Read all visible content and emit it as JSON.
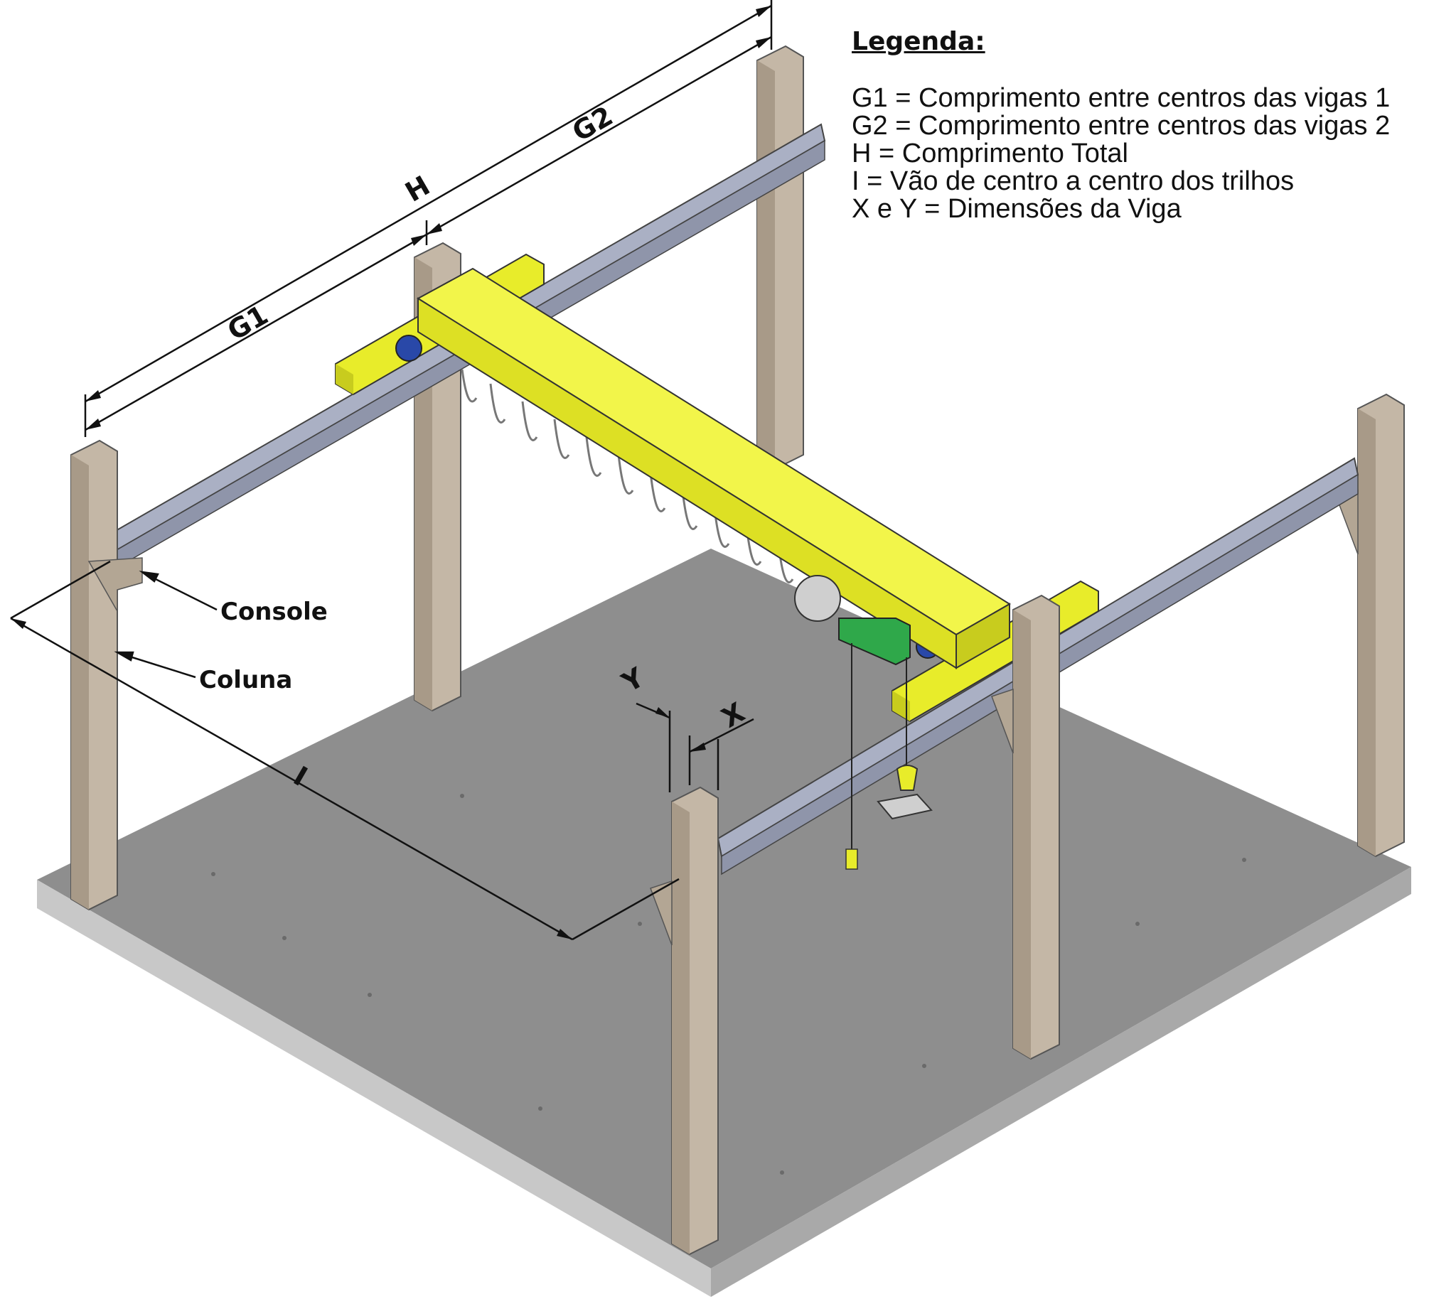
{
  "legend": {
    "title": "Legenda:",
    "items": [
      "G1 = Comprimento entre centros das vigas 1",
      "G2 = Comprimento entre centros das vigas 2",
      "H = Comprimento Total",
      "I = Vão de centro a centro dos trilhos",
      "X e Y = Dimensões da Viga"
    ]
  },
  "dimensions": {
    "g1": "G1",
    "g2": "G2",
    "h": "H",
    "i": "I",
    "x": "X",
    "y": "Y"
  },
  "callouts": {
    "console": "Console",
    "coluna": "Coluna"
  },
  "colors": {
    "floor_top": "#8e8e8e",
    "floor_side": "#bdbdbd",
    "column": "#c4b7a6",
    "column_shade": "#a89a88",
    "rail": "#aab0c4",
    "beam": "#e8ec2a",
    "trolley": "#2fa84a",
    "motor": "#2948a8"
  }
}
